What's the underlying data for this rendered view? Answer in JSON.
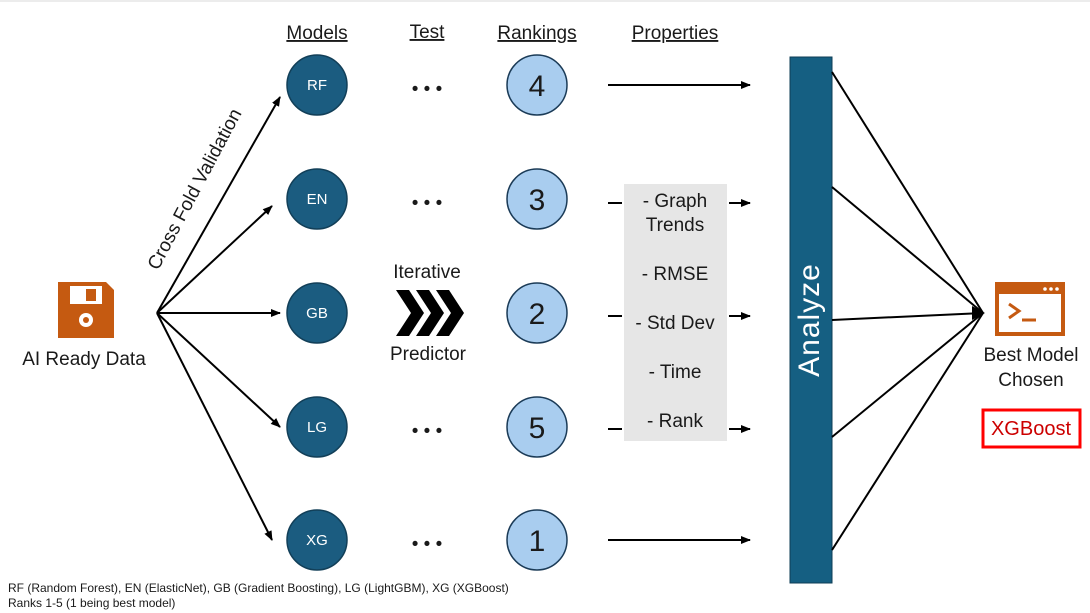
{
  "headers": {
    "models": "Models",
    "test": "Test",
    "rankings": "Rankings",
    "properties": "Properties"
  },
  "source": {
    "label": "AI Ready Data",
    "icon": "floppy-disk-icon",
    "cross_fold_label": "Cross Fold Validation"
  },
  "predictor": {
    "top": "Iterative",
    "bottom": "Predictor",
    "icon": "chevrons-right-icon"
  },
  "models": [
    {
      "abbr": "RF",
      "rank": "4"
    },
    {
      "abbr": "EN",
      "rank": "3"
    },
    {
      "abbr": "GB",
      "rank": "2"
    },
    {
      "abbr": "LG",
      "rank": "5"
    },
    {
      "abbr": "XG",
      "rank": "1"
    }
  ],
  "ellipsis": "• • •",
  "properties": [
    [
      "- Graph",
      "Trends"
    ],
    [
      "- RMSE"
    ],
    [
      "- Std Dev"
    ],
    [
      "- Time"
    ],
    [
      "- Rank"
    ]
  ],
  "analyze_label": "Analyze",
  "result": {
    "line1": "Best Model",
    "line2": "Chosen",
    "best": "XGBoost",
    "icon": "terminal-window-icon"
  },
  "footnotes": {
    "line1": "RF (Random Forest), EN (ElasticNet), GB (Gradient Boosting), LG (LightGBM), XG (XGBoost)",
    "line2": "Ranks 1-5 (1 being best model)"
  },
  "colors": {
    "model_fill": "#1b5c80",
    "rank_fill": "#a9cdef",
    "rank_stroke": "#1b3b57",
    "analyze_fill": "#155f82",
    "property_bg": "#e6e6e6",
    "icon_orange": "#c55a11",
    "best_red": "#ff0000",
    "line": "#000000"
  }
}
